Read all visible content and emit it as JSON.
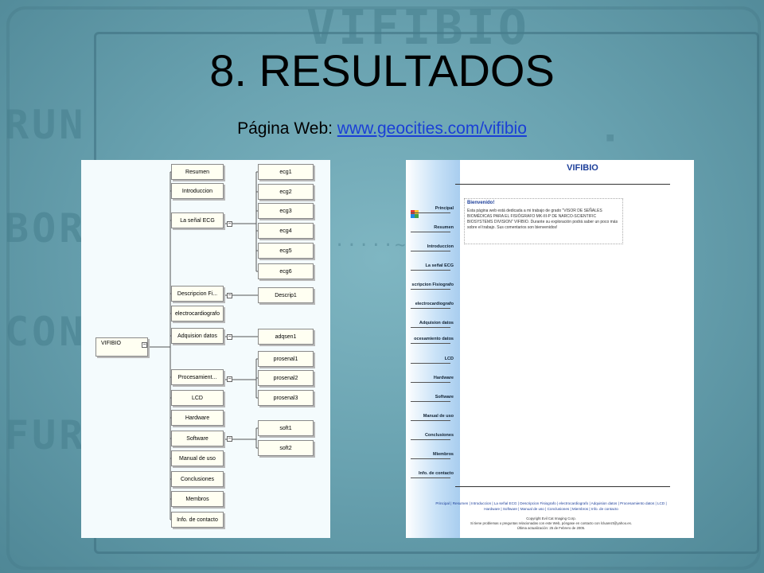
{
  "slide": {
    "title": "8. RESULTADOS",
    "subtitle_prefix": "Página Web: ",
    "subtitle_link": "www.geocities.com/vifibio"
  },
  "background": {
    "watermark": "VIFIBIO",
    "side_words": [
      "RUN",
      "BOR",
      "CON",
      "FUR"
    ]
  },
  "tree": {
    "root": "VIFIBIO",
    "level1": [
      "Resumen",
      "Introduccion",
      "La señal ECG",
      "Descripcion Fi...",
      "electrocardiografo",
      "Adquision datos",
      "Procesamient...",
      "LCD",
      "Hardware",
      "Software",
      "Manual de uso",
      "Conclusiones",
      "Membros",
      "Info. de contacto"
    ],
    "ecg_children": [
      "ecg1",
      "ecg2",
      "ecg3",
      "ecg4",
      "ecg5",
      "ecg6"
    ],
    "descrip_children": [
      "Descrip1"
    ],
    "adq_children": [
      "adqsen1"
    ],
    "proc_children": [
      "prosenal1",
      "prosenal2",
      "prosenal3"
    ],
    "soft_children": [
      "soft1",
      "soft2"
    ]
  },
  "website": {
    "logo": "VIFIBIO",
    "nav": [
      "Principal",
      "Resumen",
      "Introduccion",
      "La señal ECG",
      "scripcion Fisiografo",
      "electrocardiografo",
      "Adquision datos",
      "ocesamiento datos",
      "LCD",
      "Hardware",
      "Software",
      "Manual de uso",
      "Conclusiones",
      "Miembros",
      "Info. de contacto"
    ],
    "welcome_title": "Bienvenido!",
    "welcome_text": "Esta página web está dedicada a mi trabajo de grado \"VISOR DE SEÑALES BIOMÉDICAS PARA EL FISIÓGRAFO MK-III-P DE NARCO-SCIENTIFIC BIOSYSTEMS DIVISION\" VIFIBIO. Durante su exploración podrá saber un poco más sobre el trabajo. Sus comentarios son bienvenidos!",
    "footer_links_1": "Principal | Resumen | Introduccion | La señal ECG | Descripcion Fisiografo | electrocardiografo | Adquision datos | Procesamiento datos | LCD |",
    "footer_links_2": "Hardware | Software | Manual de uso | Conclusiones | Miembros | Info. de contacto",
    "footer_copy_1": "Copyright Evil Cat Imaging Corp.",
    "footer_copy_2": "Si tiene problemas o preguntas relacionadas con este Web, póngase en contacto con lcluarezt@yahoo.es.",
    "footer_copy_3": "Última actualización: 25 de Febrero de 2005."
  }
}
